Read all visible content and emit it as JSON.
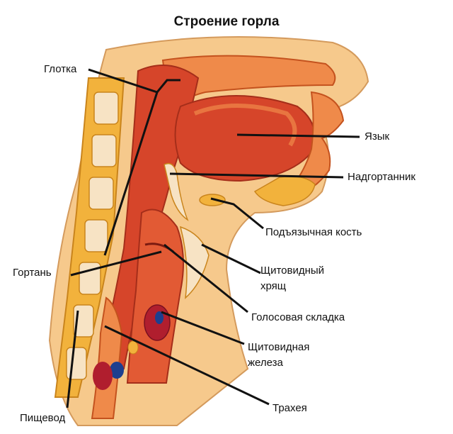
{
  "title": "Строение горла",
  "labels": {
    "glotka": "Глотка",
    "yazyk": "Язык",
    "nadgortannik": "Надгортанник",
    "podyazychnaya": "Подъязычная кость",
    "gortan": "Гортань",
    "shchitovidny_l1": "Щитовидный",
    "shchitovidny_l2": "хрящ",
    "golosovaya": "Голосовая складка",
    "zheleza_l1": "Щитовидная",
    "zheleza_l2": "железа",
    "trakheya": "Трахея",
    "pishchevod": "Пищевод"
  },
  "colors": {
    "muscle_dark": "#d6452a",
    "muscle_light": "#ef8a4a",
    "bone": "#f2b23c",
    "cartilage": "#f7e3c4",
    "skin": "#f6c98c",
    "vessel_blue": "#1d3f8f",
    "vessel_red": "#b01e2e",
    "leader": "#111111"
  }
}
